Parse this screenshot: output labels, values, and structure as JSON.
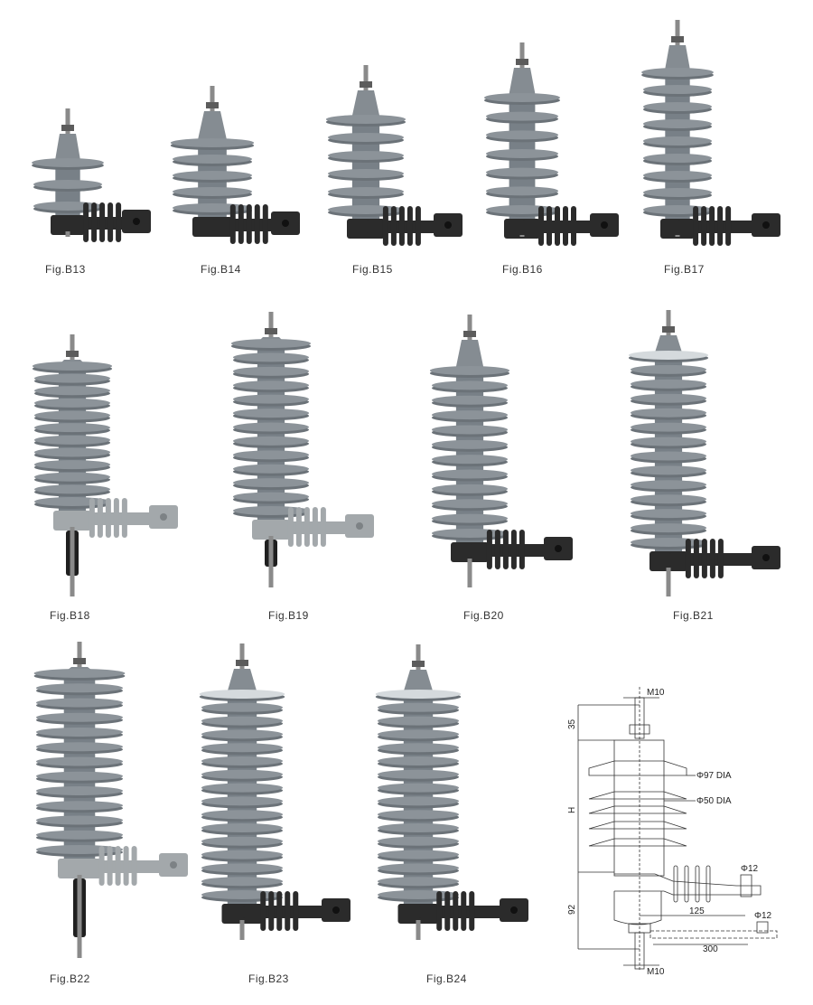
{
  "figures": [
    {
      "label": "Fig.B13"
    },
    {
      "label": "Fig.B14"
    },
    {
      "label": "Fig.B15"
    },
    {
      "label": "Fig.B16"
    },
    {
      "label": "Fig.B17"
    },
    {
      "label": "Fig.B18"
    },
    {
      "label": "Fig.B19"
    },
    {
      "label": "Fig.B20"
    },
    {
      "label": "Fig.B21"
    },
    {
      "label": "Fig.B22"
    },
    {
      "label": "Fig.B23"
    },
    {
      "label": "Fig.B24"
    }
  ],
  "diagram": {
    "top_thread": "M10",
    "bottom_thread": "M10",
    "top_height": "35",
    "body_height": "H",
    "bottom_height": "92",
    "shed_dia_large": "Φ97 DIA",
    "shed_dia_small": "Φ50 DIA",
    "bracket_hole": "Φ12",
    "base_hole": "Φ12",
    "bracket_length": "125",
    "base_length": "300"
  },
  "colors": {
    "shed": "#8c9399",
    "shed_dark": "#6b7278",
    "bracket_black": "#2b2b2b",
    "bracket_gray": "#a3a8ab"
  }
}
